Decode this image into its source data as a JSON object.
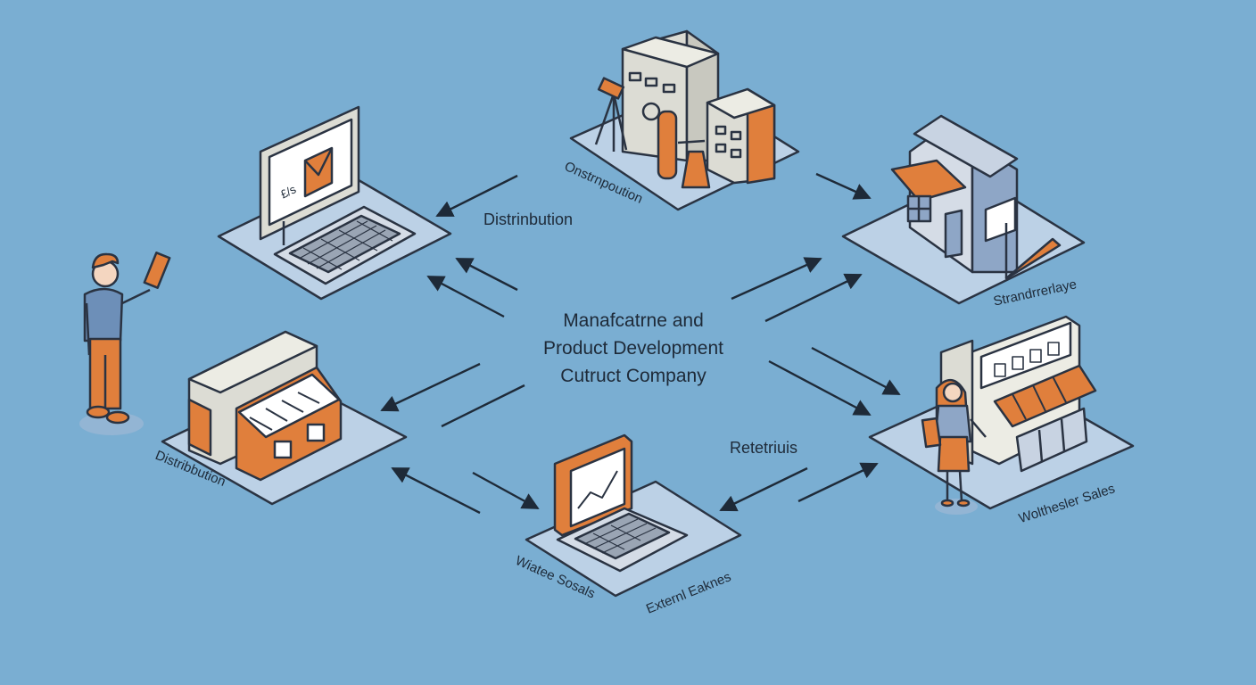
{
  "center": {
    "line1": "Manafcatrne and",
    "line2": "Product Development",
    "line3": "Cutruct Company"
  },
  "labels": {
    "distribution_top": "Distrinbution",
    "onstrnpoution": "Onstrnpoution",
    "strandrrerlaye": "Strandrrerlaye",
    "distribution_left": "Distribbution",
    "wiatee_sosals": "Wiatee Sosals",
    "external_eaknes": "Externl Eaknes",
    "retetriuis": "Retetriuis",
    "wolthesler_sales": "Wolthesler Sales"
  },
  "screen": {
    "price_glyph": "£/s"
  },
  "colors": {
    "background": "#7aaed2",
    "platform": "#bcd1e6",
    "outline": "#2a3342",
    "accent": "#e07f3c",
    "building": "#dcdcd4",
    "shadow": "#93b5d4"
  }
}
